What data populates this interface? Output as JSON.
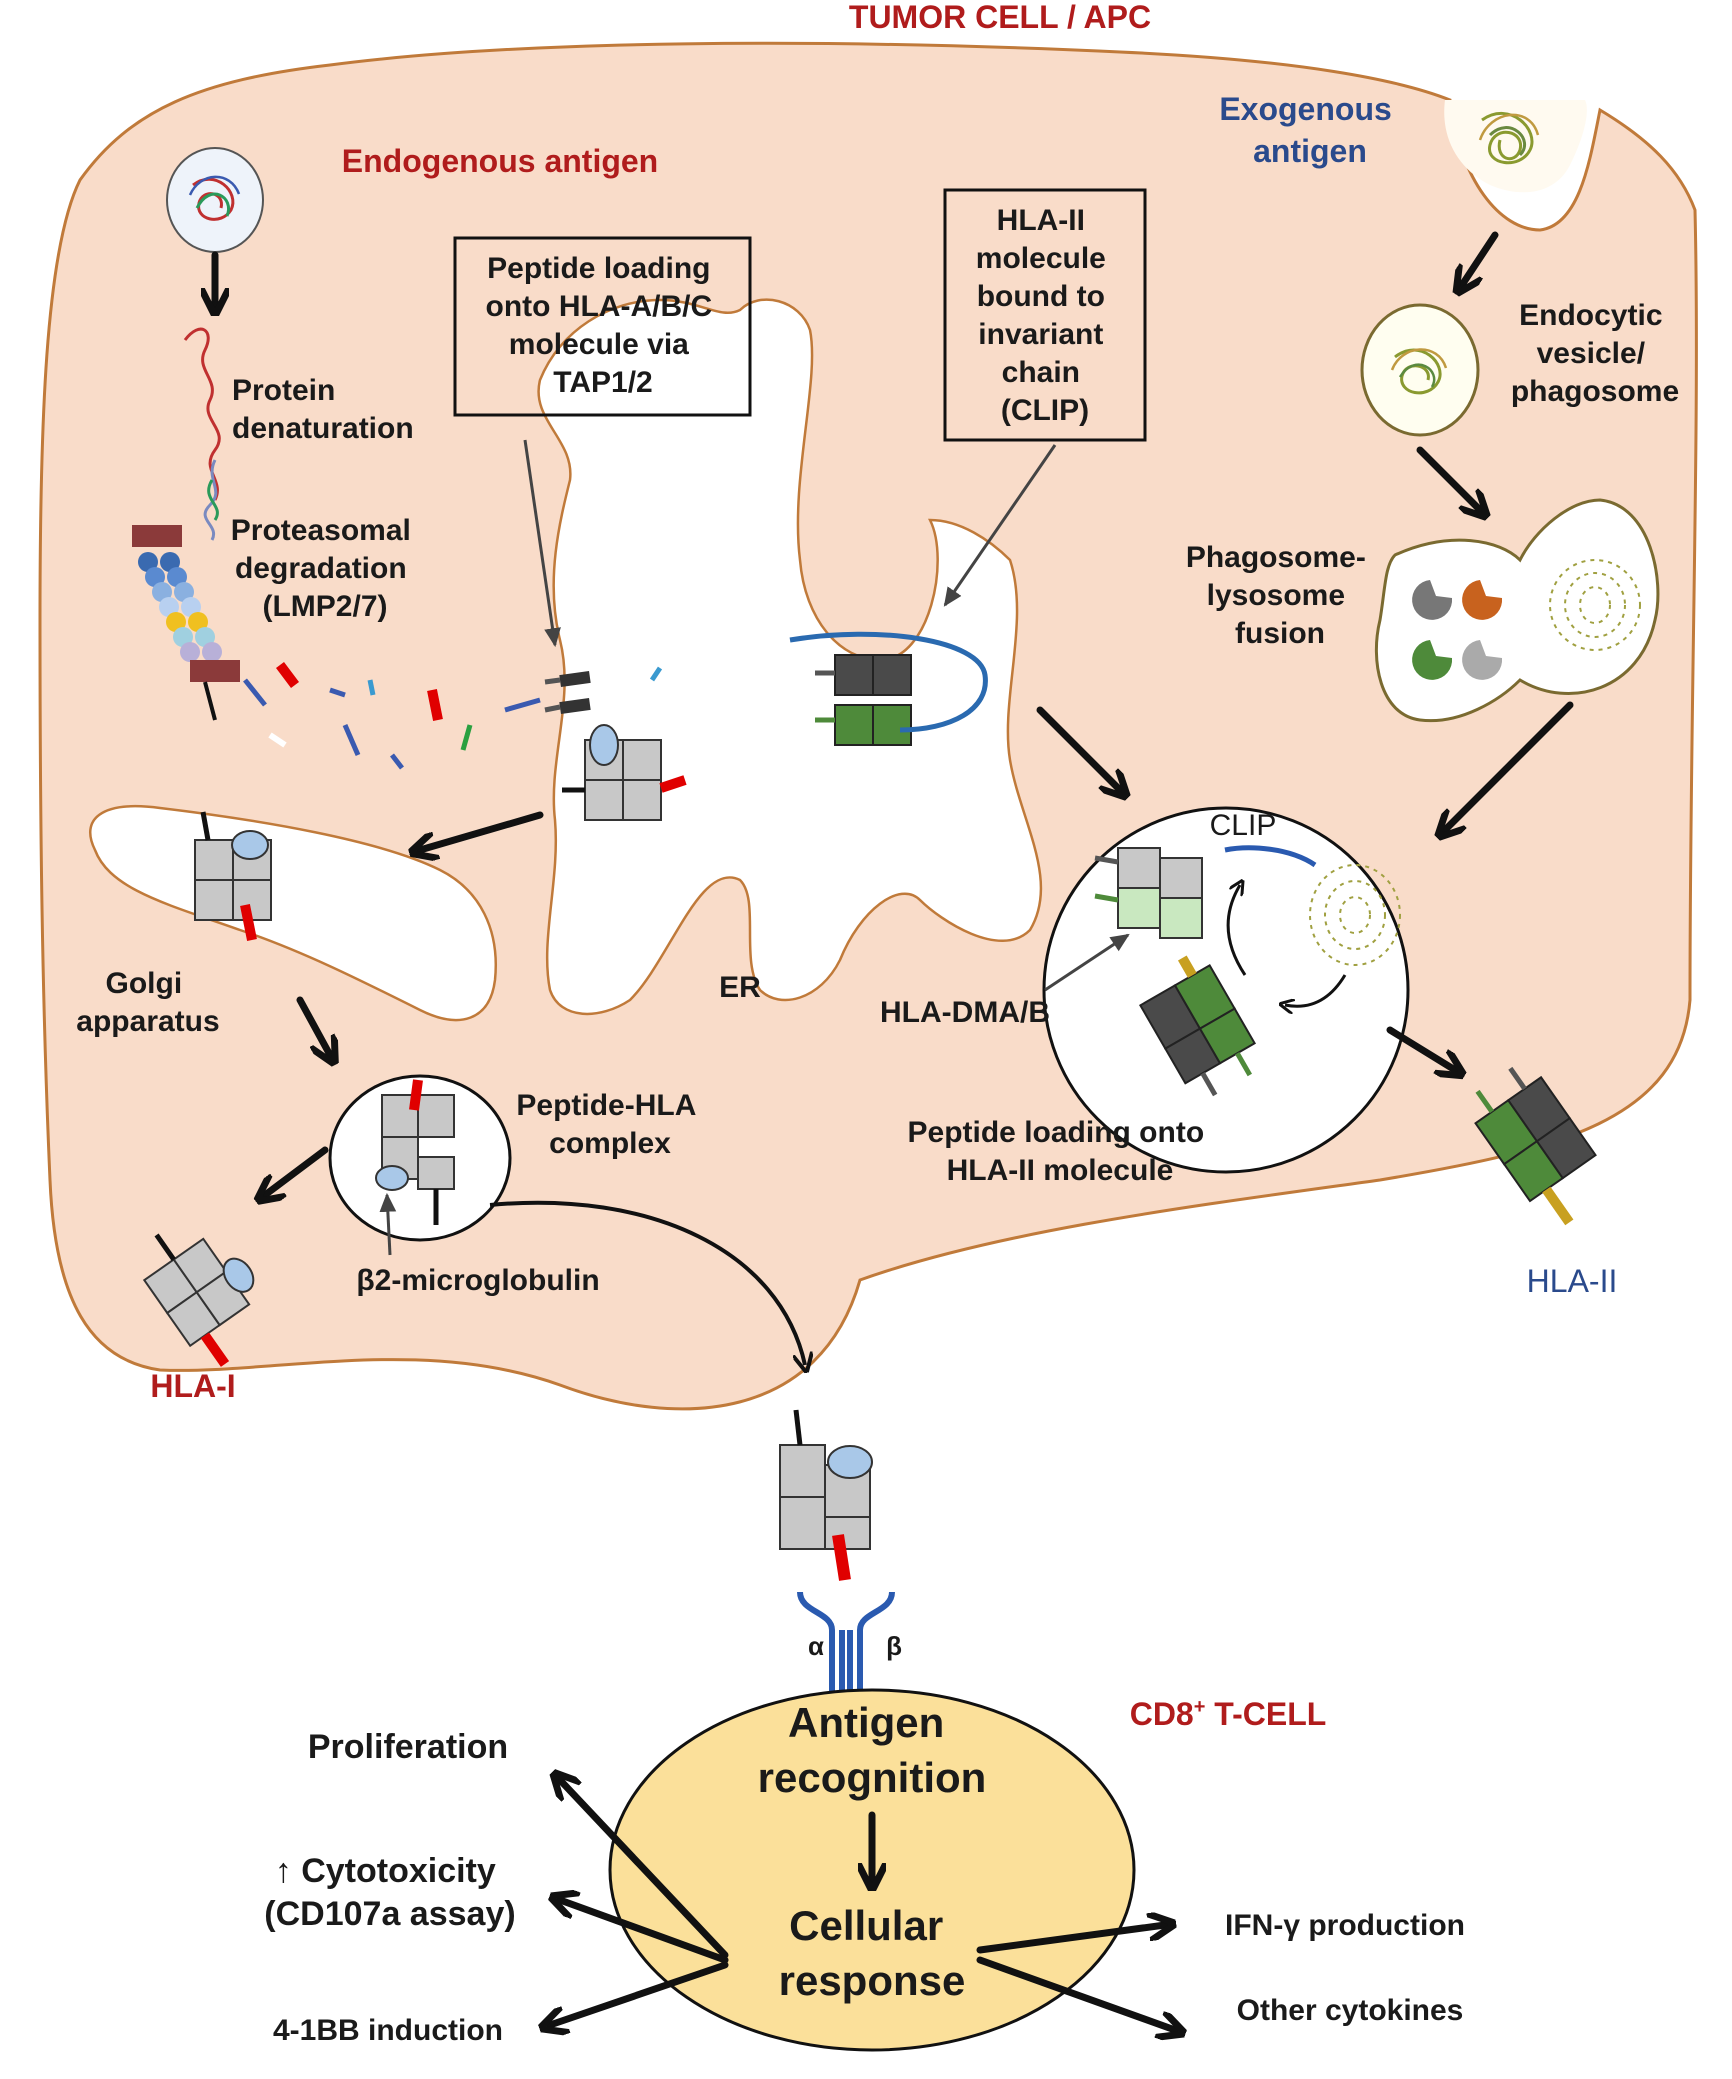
{
  "title": "TUMOR CELL / APC",
  "endogenous_title": "Endogenous antigen",
  "exogenous_title": [
    "Exogenous",
    "antigen"
  ],
  "box_peptide_loading": [
    "Peptide loading",
    "onto HLA-A/B/C",
    "molecule via",
    "TAP1/2"
  ],
  "box_hla2": [
    "HLA-II",
    "molecule",
    "bound to",
    "invariant",
    "chain",
    "(CLIP)"
  ],
  "protein_denaturation": [
    "Protein",
    "denaturation"
  ],
  "proteasomal": [
    "Proteasomal",
    "degradation",
    "(LMP2/7)"
  ],
  "endocytic": [
    "Endocytic",
    "vesicle/",
    "phagosome"
  ],
  "fusion": [
    "Phagosome-",
    "lysosome",
    "fusion"
  ],
  "golgi": [
    "Golgi",
    "apparatus"
  ],
  "er": "ER",
  "clip": "CLIP",
  "hla_dma": "HLA-DMA/B",
  "peptide_hla": [
    "Peptide-HLA",
    "complex"
  ],
  "b2m": "β2-microglobulin",
  "peptide_loading_hla2": [
    "Peptide loading onto",
    "HLA-II molecule"
  ],
  "hla1": "HLA-I",
  "hla2": "HLA-II",
  "tcr_alpha": "α",
  "tcr_beta": "β",
  "cd8_label": {
    "main": "CD8",
    "sup": "+",
    "rest": " T-CELL"
  },
  "antigen_recognition": [
    "Antigen",
    "recognition"
  ],
  "cellular_response": [
    "Cellular",
    "response"
  ],
  "outputs": {
    "proliferation": "Proliferation",
    "cytotoxicity": [
      "↑ Cytotoxicity",
      "(CD107a assay)"
    ],
    "four_1bb": "4-1BB induction",
    "ifn": "IFN-γ production",
    "other": "Other cytokines"
  },
  "colors": {
    "cell_fill": "#f9dcc9",
    "cell_stroke": "#c07a3a",
    "tcell_fill": "#fbe09a",
    "red_text": "#b01c1c",
    "blue_text": "#2a4a8c",
    "hla_gray": "#c8c8c8",
    "hla_dark": "#4a4a4a",
    "hla_green": "#4e8a3a"
  }
}
